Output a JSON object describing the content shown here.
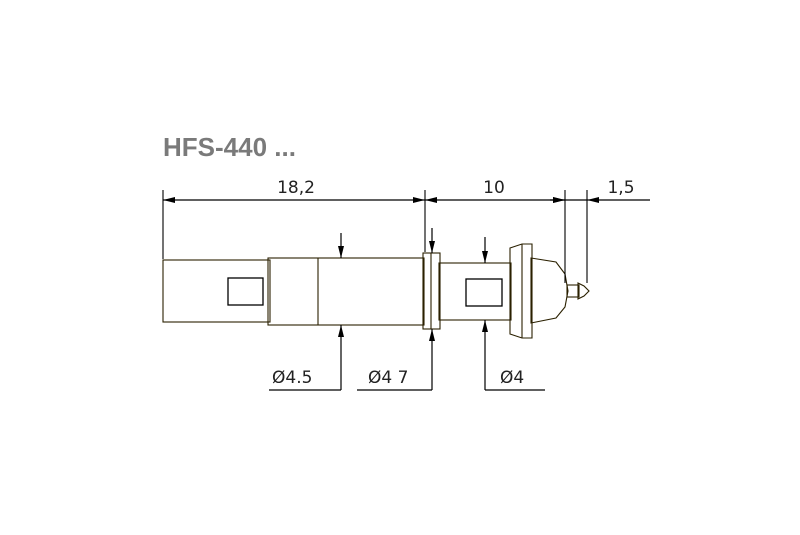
{
  "title": "HFS-440 ...",
  "colors": {
    "gold_dark": "#b07d00",
    "gold_mid": "#f2b300",
    "gold_light": "#ffe06a",
    "line": "#000000",
    "title": "#7a7a7a"
  },
  "dimensions": {
    "length_body": "18,2",
    "length_front": "10",
    "length_tip": "1,5",
    "diameter_1": "Ø4.5",
    "diameter_2": "Ø4 7",
    "diameter_3": "Ø4"
  }
}
